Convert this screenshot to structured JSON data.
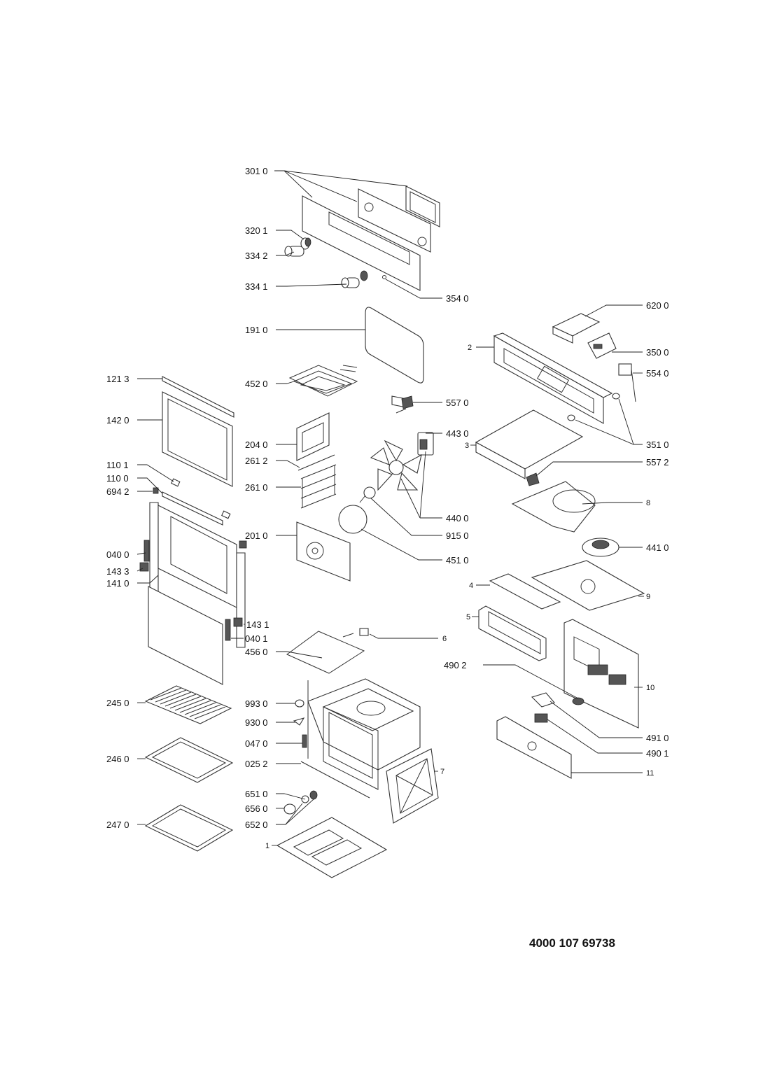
{
  "document_number": "4000 107 69738",
  "labels": {
    "p301_0": "301 0",
    "p320_1": "320 1",
    "p334_2": "334 2",
    "p334_1": "334 1",
    "p354_0": "354 0",
    "p191_0": "191 0",
    "p452_0": "452 0",
    "p557_0": "557 0",
    "p121_3": "121 3",
    "p142_0": "142 0",
    "p204_0": "204 0",
    "p261_2": "261 2",
    "p261_0": "261 0",
    "p443_0": "443 0",
    "p440_0": "440 0",
    "p915_0": "915 0",
    "p451_0": "451 0",
    "p110_1": "110 1",
    "p110_0": "110 0",
    "p694_2": "694 2",
    "p201_0": "201 0",
    "p040_0": "040 0",
    "p143_3": "143 3",
    "p141_0": "141 0",
    "p143_1": "143 1",
    "p040_1": "040 1",
    "p456_0": "456 0",
    "p6": "6",
    "p620_0": "620 0",
    "p2": "2",
    "p350_0": "350 0",
    "p554_0": "554 0",
    "p3": "3",
    "p351_0": "351 0",
    "p557_2": "557 2",
    "p8": "8",
    "p441_0": "441 0",
    "p4": "4",
    "p9": "9",
    "p5": "5",
    "p490_2": "490 2",
    "p10": "10",
    "p491_0": "491 0",
    "p490_1": "490 1",
    "p11": "11",
    "p245_0": "245 0",
    "p993_0": "993 0",
    "p930_0": "930 0",
    "p047_0": "047 0",
    "p246_0": "246 0",
    "p025_2": "025 2",
    "p7": "7",
    "p651_0": "651 0",
    "p656_0": "656 0",
    "p652_0": "652 0",
    "p247_0": "247 0",
    "p1": "1"
  }
}
